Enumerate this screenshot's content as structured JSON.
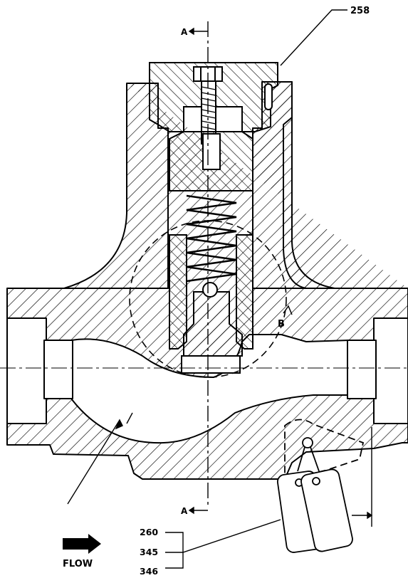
{
  "labels": {
    "ref_258": "258",
    "section_a_top": "A",
    "section_a_bottom": "A",
    "detail_b": "B",
    "ref_260": "260",
    "ref_345": "345",
    "ref_346": "346",
    "flow": "FLOW"
  },
  "colors": {
    "line": "#000000",
    "background": "#ffffff"
  },
  "icons": {
    "flow_arrow": "right-arrow-icon"
  }
}
